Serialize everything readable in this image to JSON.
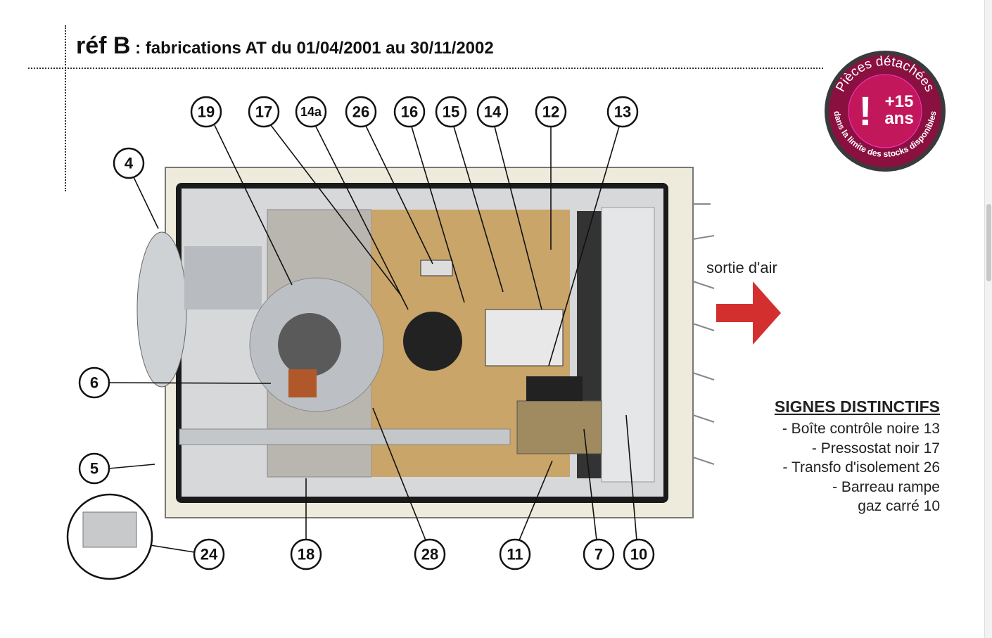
{
  "title": {
    "ref": "réf B",
    "subtitle": " : fabrications AT du 01/04/2001 au 30/11/2002"
  },
  "badge": {
    "top": "Pièces détachées",
    "plus": "+15",
    "unit": "ans",
    "bottom": "dans la limite des stocks disponibles",
    "color": "#c2185b"
  },
  "airflow_label": "sortie d'air",
  "signes": {
    "heading": "SIGNES  DISTINCTIFS",
    "lines": [
      "- Boîte contrôle noire 13",
      "- Pressostat noir 17",
      "- Transfo d'isolement 26",
      "- Barreau rampe",
      "gaz carré 10"
    ]
  },
  "callouts": {
    "c19": "19",
    "c17": "17",
    "c14a": "14a",
    "c26": "26",
    "c16": "16",
    "c15": "15",
    "c14": "14",
    "c12": "12",
    "c13": "13",
    "c4": "4",
    "c6": "6",
    "c5": "5",
    "c24": "24",
    "c18": "18",
    "c28": "28",
    "c11": "11",
    "c7": "7",
    "c10": "10"
  }
}
